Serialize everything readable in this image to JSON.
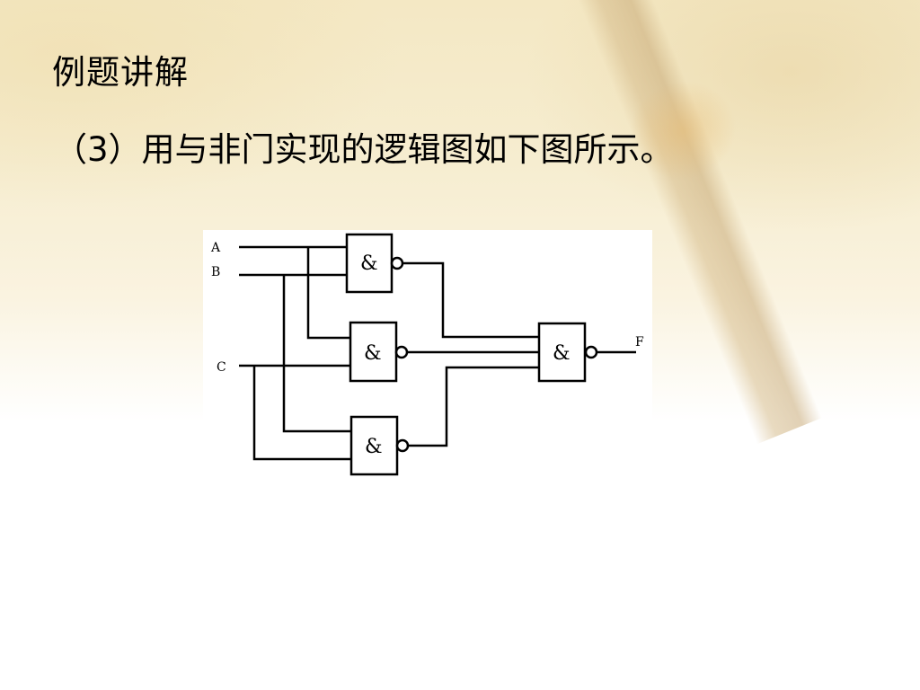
{
  "slide": {
    "title": "例题讲解",
    "subtitle": "（3）用与非门实现的逻辑图如下图所示。"
  },
  "diagram": {
    "inputs": [
      "A",
      "B",
      "C"
    ],
    "output": "F",
    "gate_symbol": "&"
  },
  "colors": {
    "text": "#000000",
    "wire": "#000000"
  }
}
